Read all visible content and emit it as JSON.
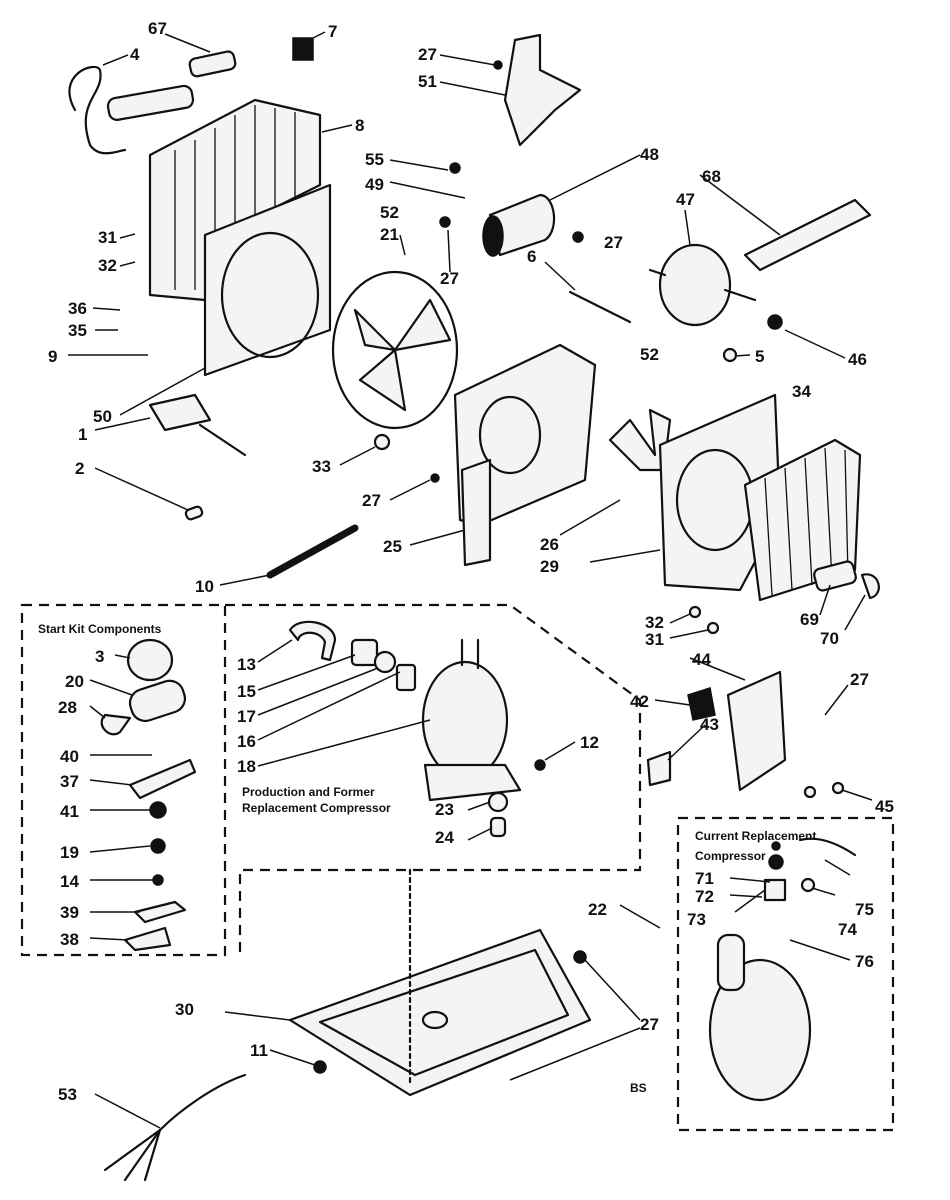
{
  "labels": {
    "l67": "67",
    "l4": "4",
    "l7": "7",
    "l27a": "27",
    "l51": "51",
    "l8": "8",
    "l55": "55",
    "l48": "48",
    "l68": "68",
    "l49": "49",
    "l47": "47",
    "l52a": "52",
    "l21": "21",
    "l31a": "31",
    "l32a": "32",
    "l27b": "27",
    "l6": "6",
    "l27c": "27",
    "l36": "36",
    "l35": "35",
    "l9": "9",
    "l46": "46",
    "l5": "5",
    "l52b": "52",
    "l50": "50",
    "l34": "34",
    "l1": "1",
    "l33": "33",
    "l2": "2",
    "l27d": "27",
    "l26": "26",
    "l25": "25",
    "l29": "29",
    "l10": "10",
    "l32b": "32",
    "l31b": "31",
    "l69": "69",
    "l70": "70",
    "l3": "3",
    "l13": "13",
    "l44": "44",
    "l20": "20",
    "l15": "15",
    "l28": "28",
    "l42": "42",
    "l27e": "27",
    "l17": "17",
    "l16": "16",
    "l40": "40",
    "l18": "18",
    "l12": "12",
    "l43": "43",
    "l37": "37",
    "l45": "45",
    "l41": "41",
    "l23": "23",
    "l19": "19",
    "l24": "24",
    "l14": "14",
    "l71": "71",
    "l72": "72",
    "l75": "75",
    "l22": "22",
    "l73": "73",
    "l74": "74",
    "l39": "39",
    "l38": "38",
    "l76": "76",
    "l30": "30",
    "l27f": "27",
    "l11": "11",
    "l53": "53",
    "lbs": "BS"
  },
  "boxes": {
    "start_kit_title": "Start Kit Components",
    "production_line1": "Production and Former",
    "production_line2": "Replacement Compressor",
    "current_line1": "Current Replacement",
    "current_line2": "Compressor"
  }
}
